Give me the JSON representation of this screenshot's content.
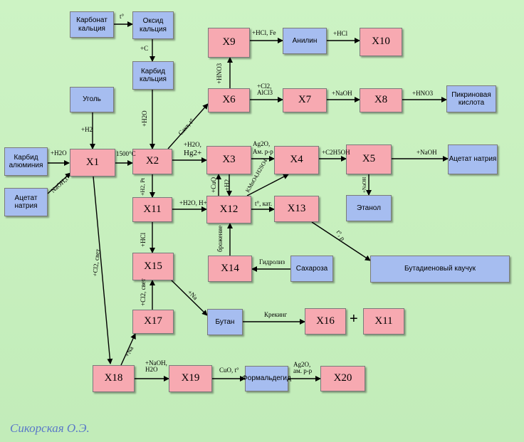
{
  "boxes": {
    "carbonate": "Карбонат кальция",
    "oxide": "Оксид кальция",
    "carbide_ca": "Карбид кальция",
    "coal": "Уголь",
    "carbide_al": "Карбид алюминия",
    "acetate_left": "Ацетат натрия",
    "x1": "X1",
    "x2": "X2",
    "x3": "X3",
    "x4": "X4",
    "x5": "X5",
    "x6": "X6",
    "x7": "X7",
    "x8": "X8",
    "x9": "X9",
    "x10": "X10",
    "x11": "X11",
    "x12": "X12",
    "x13": "X13",
    "x14": "X14",
    "x15": "X15",
    "x16": "X16",
    "x11b": "X11",
    "x17": "X17",
    "x18": "X18",
    "x19": "X19",
    "x20": "X20",
    "aniline": "Анилин",
    "picric": "Пикриновая кислота",
    "acetate_right": "Ацетат натрия",
    "ethanol": "Этанол",
    "sucrose": "Сахароза",
    "butadiene": "Бутадиеновый каучук",
    "butane": "Бутан",
    "formaldehyde": "Формальдегид"
  },
  "labels": {
    "t_carbonate": "t°",
    "c_oxide": "+C",
    "h2_coal": "+H2",
    "h2o_left": "+H2O",
    "naoh_left": "NaOH,t°",
    "temp1500": "1500°C",
    "h2o_x2": "+H2O",
    "h2o_hg": "+H2O,",
    "hg": "Hg2+",
    "c_act": "Cакт, t°",
    "hno3_x9": "+HNO3",
    "hcl_fe": "+HCl, Fe",
    "hcl_anil": "+HCl",
    "cl2_alcl3": "+Cl2, AlCl3",
    "naoh_x7": "+NaOH",
    "hno3_x8": "+HNO3",
    "ag2o": "Ag2O,",
    "am_rr": "Ам. р-р",
    "c2h5oh": "+C2H5OH",
    "naoh_x5": "+NaOH",
    "naoh_eth": "+NaOH",
    "cuo": "+CuO",
    "h2_x12": "+H2",
    "kmno4": "KMnO4,H2SO4",
    "h2_pt": "+H2, Pt",
    "h2o_h": "+H2O, H+",
    "t_kat": "t°, кат.",
    "t_p": "t°, p",
    "brozh": "брожение",
    "hydrolysis": "Гидролиз",
    "hcl_x15": "+HCl",
    "cl2_svet_x17": "+Cl2, свет",
    "na_x15": "+Na",
    "cracking": "Крекинг",
    "cl2_svet_x1": "+Cl2, свет",
    "na_x18": "+Na",
    "naoh_h2o": "+NaOH, H2O",
    "cuo_t": "CuO, t°",
    "ag2o_x20": "Ag2O, ам. р-р",
    "plus": "+"
  },
  "signature": "Сикорская О.Э.",
  "colors": {
    "background": "#c8f0c0",
    "pink": "#f7a9b1",
    "blue": "#a6bdf0",
    "line": "#000000",
    "signature": "#5a78c8"
  }
}
